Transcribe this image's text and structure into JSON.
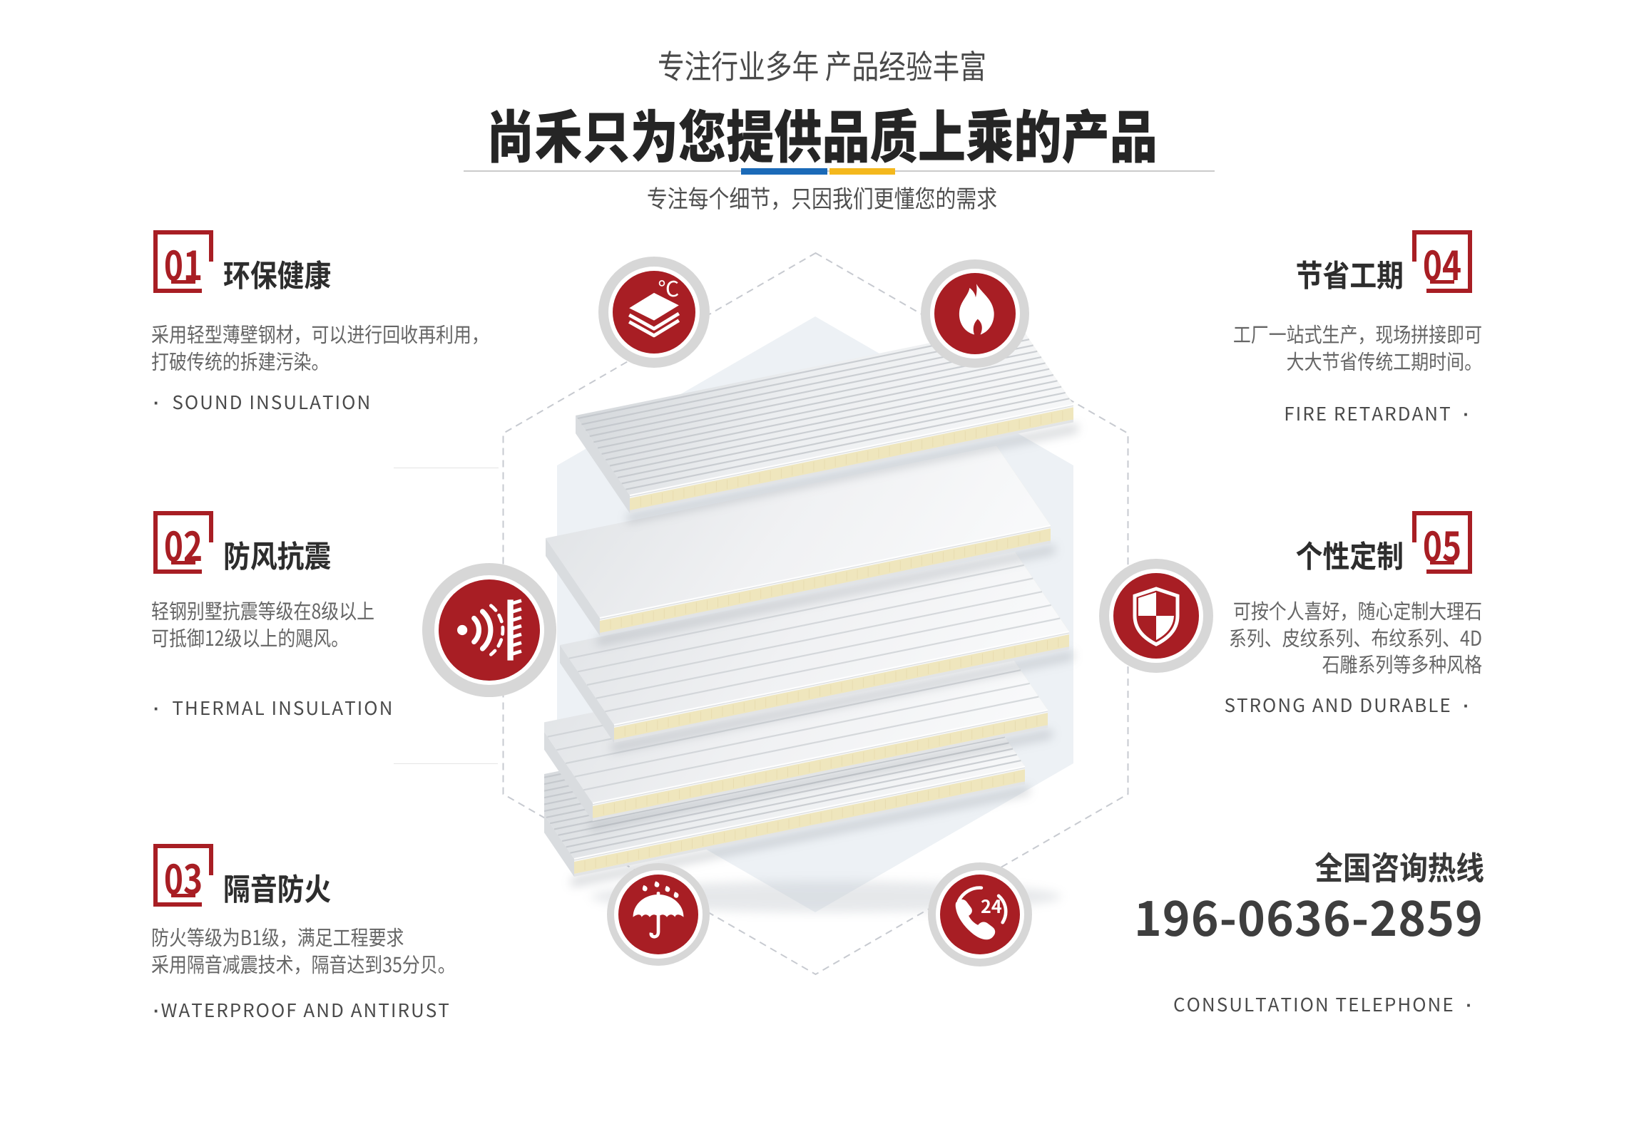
{
  "header": {
    "eyebrow": "专注行业多年 产品经验丰富",
    "title": "尚禾只为您提供品质上乘的产品",
    "subtitle": "专注每个细节，只因我们更懂您的需求"
  },
  "features": [
    {
      "num": "01",
      "title": "环保健康",
      "body": [
        "采用轻型薄壁钢材，可以进行回收再利用，",
        "打破传统的拆建污染。"
      ],
      "en": "SOUND INSULATION",
      "bullet": "·",
      "icon": "layers-temperature-icon"
    },
    {
      "num": "02",
      "title": "防风抗震",
      "body": [
        "轻钢别墅抗震等级在8级以上",
        "可抵御12级以上的飓风。"
      ],
      "en": "THERMAL INSULATION",
      "bullet": "·",
      "icon": "soundwave-wall-icon"
    },
    {
      "num": "03",
      "title": "隔音防火",
      "body": [
        "防火等级为B1级，满足工程要求",
        "采用隔音减震技术，隔音达到35分贝。"
      ],
      "en": "WATERPROOF AND ANTIRUST",
      "bullet": "·",
      "icon": "umbrella-rain-icon"
    },
    {
      "num": "04",
      "title": "节省工期",
      "body": [
        "工厂一站式生产，现场拼接即可",
        "大大节省传统工期时间。"
      ],
      "en": "FIRE RETARDANT",
      "bullet": "·",
      "icon": "flame-icon"
    },
    {
      "num": "05",
      "title": "个性定制",
      "body": [
        "可按个人喜好，随心定制大理石",
        "系列、皮纹系列、布纹系列、4D",
        "石雕系列等多种风格"
      ],
      "en": "STRONG AND DURABLE",
      "bullet": "·",
      "icon": "shield-icon"
    }
  ],
  "hotline": {
    "label": "全国咨询热线",
    "phone": "196-0636-2859",
    "en": "CONSULTATION TELEPHONE",
    "bullet": "·",
    "icon": "phone-24h-icon"
  },
  "icons": [
    "layers-temperature-icon",
    "flame-icon",
    "soundwave-wall-icon",
    "shield-icon",
    "umbrella-rain-icon",
    "phone-24h-icon"
  ],
  "colors": {
    "accent_red": "#a81e24",
    "divider_blue": "#1b6ab8",
    "divider_yellow": "#f4b81d",
    "hexagon_fill": "#edf1f5",
    "title_dark": "#262626",
    "body_grey": "#666666"
  }
}
